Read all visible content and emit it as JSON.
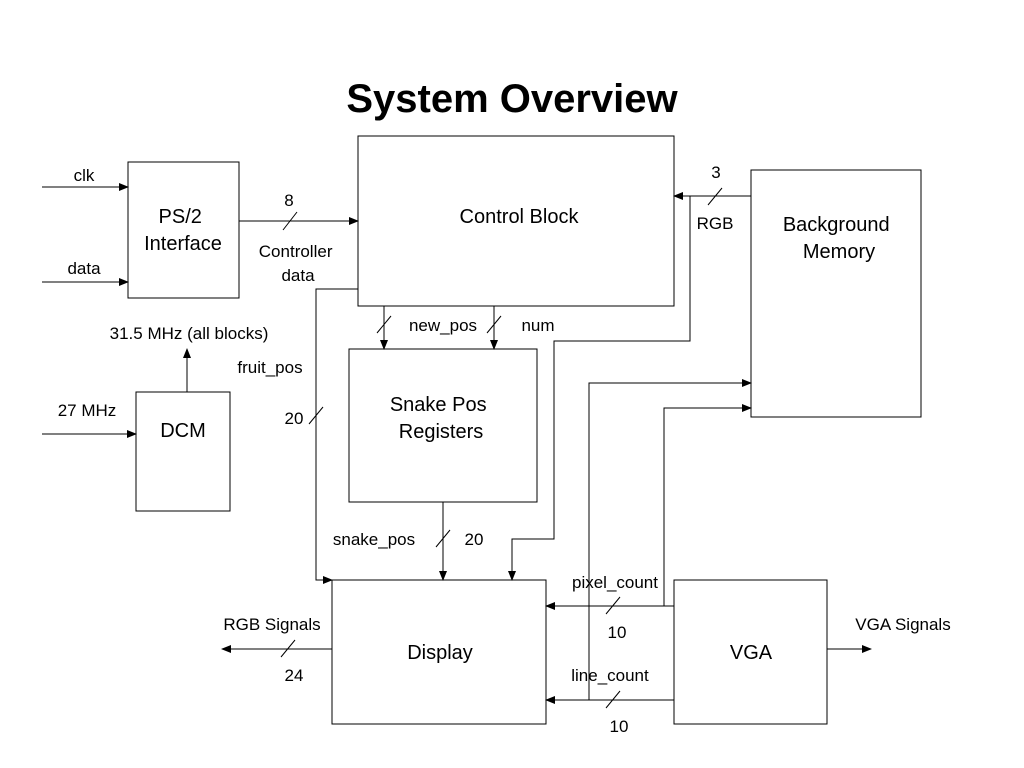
{
  "title": "System Overview",
  "blocks": {
    "ps2": [
      "PS/2",
      "Interface"
    ],
    "control": "Control Block",
    "background_memory": [
      "Background",
      "Memory"
    ],
    "dcm": "DCM",
    "snake_pos_registers": [
      "Snake Pos",
      "Registers"
    ],
    "display": "Display",
    "vga": "VGA"
  },
  "signals": {
    "clk": "clk",
    "data": "data",
    "controller_data": [
      "Controller",
      "data"
    ],
    "controller_width": "8",
    "clock_out": "31.5 MHz (all blocks)",
    "clock_in": "27 MHz",
    "fruit_pos": "fruit_pos",
    "fruit_pos_width": "20",
    "new_pos": "new_pos",
    "num": "num",
    "rgb": "RGB",
    "rgb_width": "3",
    "snake_pos": "snake_pos",
    "snake_pos_width": "20",
    "pixel_count": "pixel_count",
    "pixel_count_width": "10",
    "line_count": "line_count",
    "line_count_width": "10",
    "rgb_signals": "RGB Signals",
    "rgb_signals_width": "24",
    "vga_signals": "VGA Signals"
  },
  "colors": {
    "line": "#000000",
    "background": "#ffffff"
  }
}
